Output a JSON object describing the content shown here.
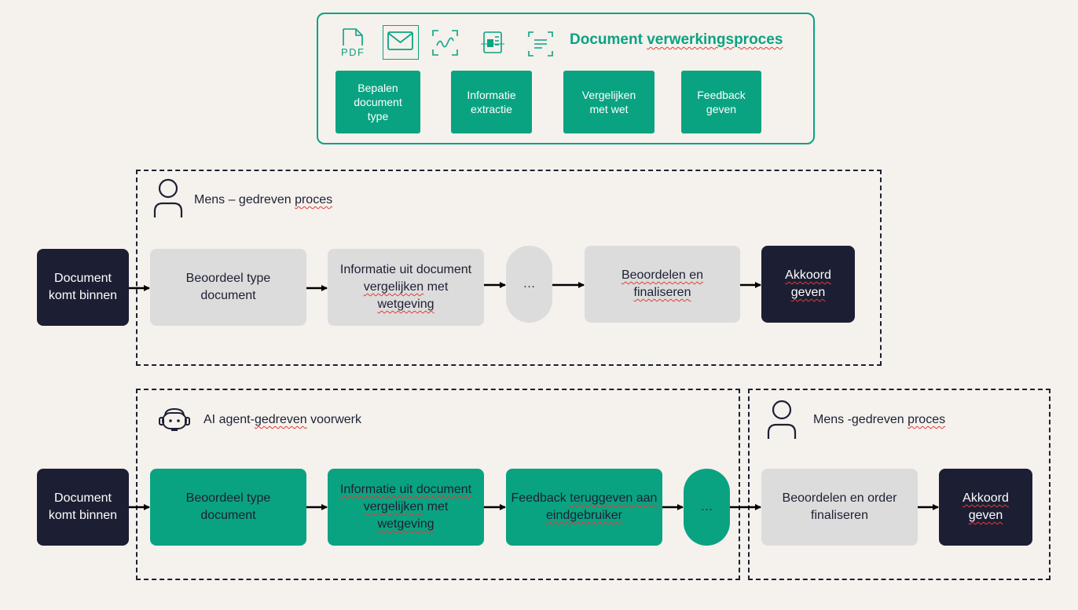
{
  "legend": {
    "title_prefix": "Document ",
    "title_suffix": "verwerkingsproces",
    "pdf_icon_text": "PDF",
    "steps": [
      {
        "line1": "Bepalen",
        "line2": "document",
        "line3": "type"
      },
      {
        "line1": "Informatie",
        "line2": "extractie"
      },
      {
        "line1": "Vergelijken",
        "line2": "met wet"
      },
      {
        "line1": "Feedback",
        "line2": "geven"
      }
    ]
  },
  "flow_human": {
    "section_label_prefix": "Mens – gedreven ",
    "section_label_suffix": "proces",
    "start": {
      "line1": "Document",
      "line2": "komt binnen"
    },
    "step1": {
      "line1": "Beoordeel type",
      "line2": "document"
    },
    "step2": {
      "line1": "Informatie uit document",
      "line2_a": "vergelijken",
      "line2_b": " met",
      "line3": "wetgeving"
    },
    "ellipsis": "…",
    "step4": {
      "line1": "Beoordelen en",
      "line2": "finaliseren"
    },
    "end": {
      "line1": "Akkoord",
      "line2": "geven"
    }
  },
  "flow_ai": {
    "section_label_prefix": "AI agent-",
    "section_label_mid": "gedreven",
    "section_label_suffix": " voorwerk",
    "start": {
      "line1": "Document",
      "line2": "komt binnen"
    },
    "step1": {
      "line1": "Beoordeel type",
      "line2": "document"
    },
    "step2": {
      "line1": "Informatie uit document",
      "line2_a": "vergelijken",
      "line2_b": " met",
      "line3": "wetgeving"
    },
    "step3": {
      "line1_a": "Feedback ",
      "line1_b": "teruggeven",
      "line1_c": " aan",
      "line2": "eindgebruiker"
    },
    "ellipsis": "…"
  },
  "flow_ai_human": {
    "section_label_prefix": "Mens -gedreven ",
    "section_label_suffix": "proces",
    "step1": {
      "line1": "Beoordelen en order",
      "line2": "finaliseren"
    },
    "end": {
      "line1": "Akkoord",
      "line2": "geven"
    }
  },
  "colors": {
    "accent": "#0aa381",
    "dark_box": "#1c1f33",
    "grey_box": "#dcdcdc",
    "background": "#f5f1ed"
  }
}
